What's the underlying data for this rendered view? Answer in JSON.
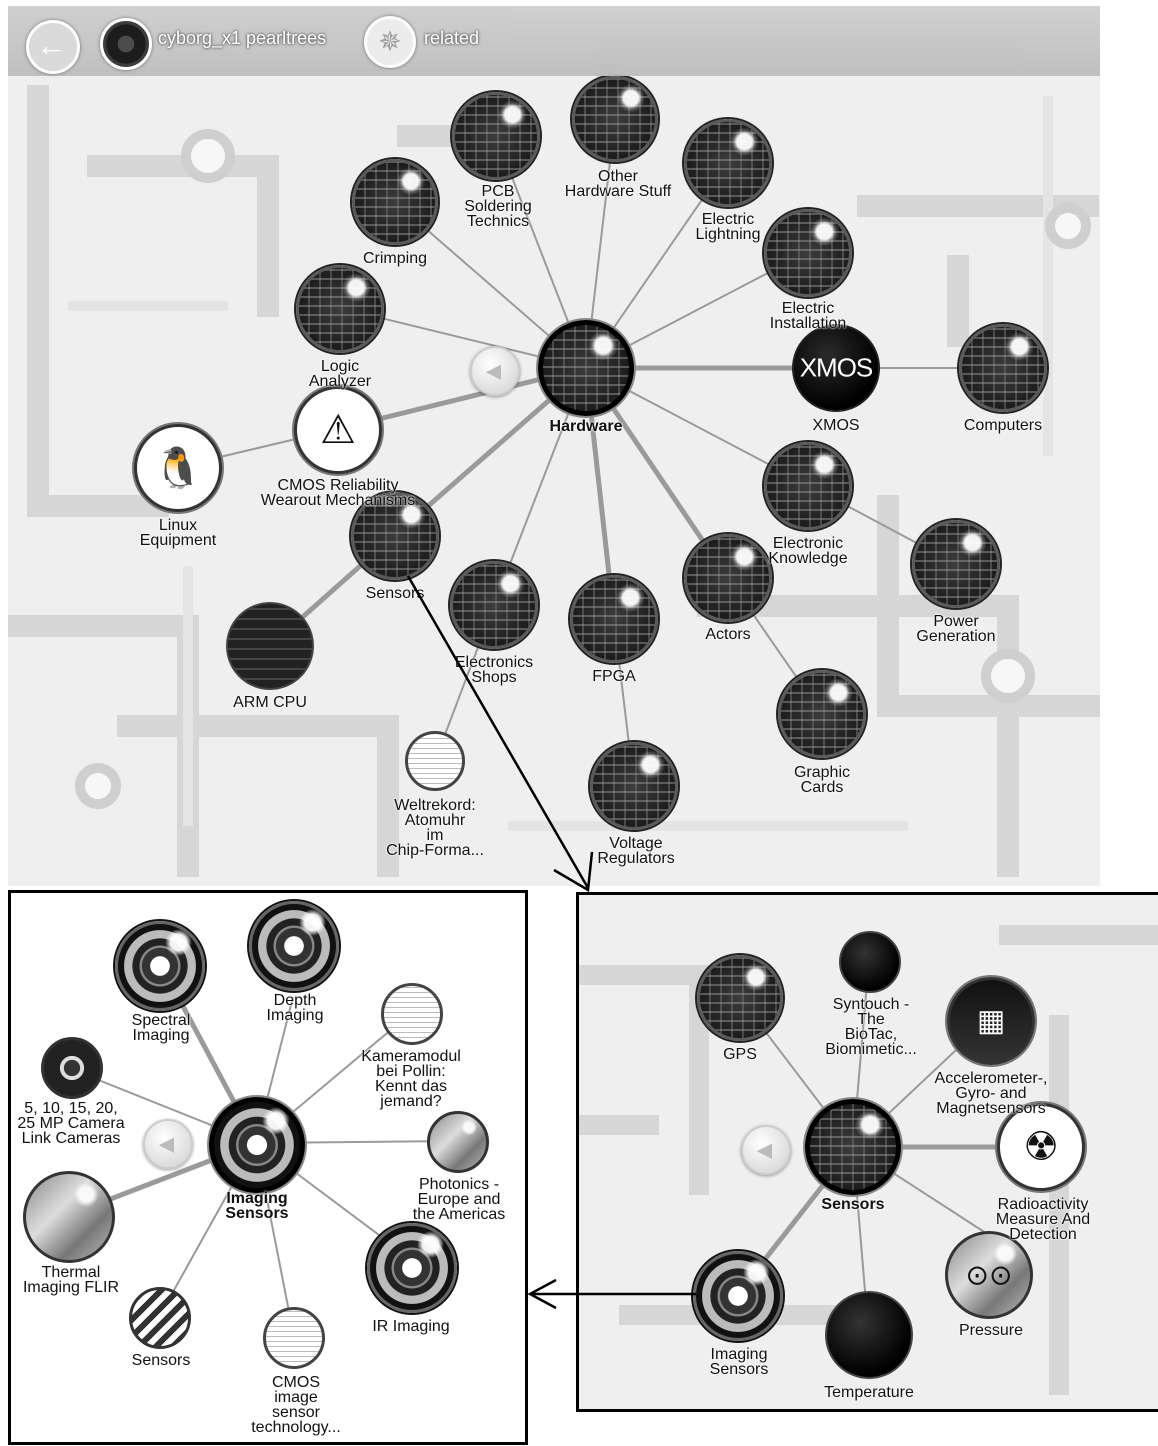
{
  "topbar": {
    "back_icon": "arrow-left-icon",
    "user_title": "cyborg_x1 pearltrees",
    "related_label": "related",
    "related_icon": "compass-star-icon"
  },
  "main": {
    "hub_label": "Hardware",
    "labels": {
      "pcb": "PCB\nSoldering\nTechnics",
      "other": "Other\nHardware Stuff",
      "crimping": "Crimping",
      "lightning": "Electric\nLightning",
      "installation": "Electric\nInstallation",
      "logic": "Logic\nAnalyzer",
      "xmos": "XMOS",
      "xmos_logo": "XMOS",
      "computers": "Computers",
      "cmos": "CMOS Reliability\nWearout Mechanisms",
      "linux": "Linux\nEquipment",
      "sensors": "Sensors",
      "knowledge": "Electronic\nKnowledge",
      "power": "Power\nGeneration",
      "actors": "Actors",
      "fpga": "FPGA",
      "shops": "Electronics\nShops",
      "arm": "ARM CPU",
      "graphic": "Graphic\nCards",
      "weltrekord": "Weltrekord:\nAtomuhr\nim\nChip-Forma...",
      "voltage": "Voltage\nRegulators"
    }
  },
  "imaging_panel": {
    "hub_label": "Imaging\nSensors",
    "labels": {
      "spectral": "Spectral\nImaging",
      "depth": "Depth\nImaging",
      "kamera": "Kameramodul\nbei Pollin:\nKennt das\njemand?",
      "cameras": "5, 10, 15, 20,\n25 MP Camera\nLink Cameras",
      "photonics": "Photonics -\nEurope and\nthe Americas",
      "thermal": "Thermal\nImaging FLIR",
      "ir": "IR Imaging",
      "sensors": "Sensors",
      "cmos": "CMOS\nimage\nsensor\ntechnology..."
    }
  },
  "sensors_panel": {
    "hub_label": "Sensors",
    "labels": {
      "gps": "GPS",
      "syntouch": "Syntouch -\nThe\nBioTac,\nBiomimetic...",
      "accel": "Accelerometer-,\nGyro- and\nMagnetsensors",
      "radio": "Radioactivity\nMeasure And\nDetection",
      "imaging": "Imaging\nSensors",
      "pressure": "Pressure",
      "temperature": "Temperature"
    }
  },
  "colors": {
    "edge": "#9a9a9a",
    "arrow": "#000000",
    "bg_trace": "#d8d8d8",
    "bg": "#f0f0f0"
  }
}
